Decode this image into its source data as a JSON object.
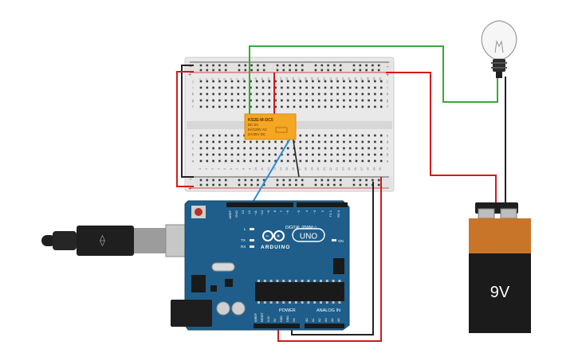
{
  "relay": {
    "model": "KS2E-M-DC5",
    "line1": "DC 5V",
    "line2": "5A/125V AC",
    "line3": "2A/30V DC"
  },
  "arduino": {
    "brand": "ARDUINO",
    "model": "UNO",
    "digital_label": "DIGITAL (PWM~)",
    "power_label": "POWER",
    "analog_label": "ANALOG IN",
    "on_label": "ON",
    "l_label": "L",
    "tx_label": "TX",
    "rx_label": "RX",
    "top_pin_labels": [
      "AREF",
      "GND",
      "13",
      "12",
      "~11",
      "~10",
      "~9",
      "8",
      "7",
      "~6",
      "~5",
      "4",
      "~3",
      "2",
      "TX 1",
      "RX 0"
    ],
    "power_pin_labels": [
      "IOREF",
      "RESET",
      "3.3V",
      "5V",
      "GND",
      "GND",
      "Vin"
    ],
    "analog_pin_labels": [
      "A0",
      "A1",
      "A2",
      "A3",
      "A4",
      "A5"
    ]
  },
  "breadboard": {
    "col_numbers": [
      "1",
      "2",
      "3",
      "4",
      "5",
      "6",
      "7",
      "8",
      "9",
      "10",
      "11",
      "12",
      "13",
      "14",
      "15",
      "16",
      "17",
      "18",
      "19",
      "20",
      "21",
      "22",
      "23",
      "24",
      "25",
      "26",
      "27",
      "28",
      "29",
      "30"
    ],
    "rows_top": [
      "j",
      "i",
      "h",
      "g",
      "f"
    ],
    "rows_bottom": [
      "e",
      "d",
      "c",
      "b",
      "a"
    ],
    "plus": "+",
    "minus": "-"
  },
  "battery": {
    "label": "9V"
  },
  "colors": {
    "wire_red": "#d11a1a",
    "wire_green": "#3aa83a",
    "wire_black": "#222222",
    "wire_blue": "#2a8fd0",
    "board_blue": "#1f5e8a",
    "relay_orange": "#f5a623",
    "battery_top": "#c8752a"
  }
}
